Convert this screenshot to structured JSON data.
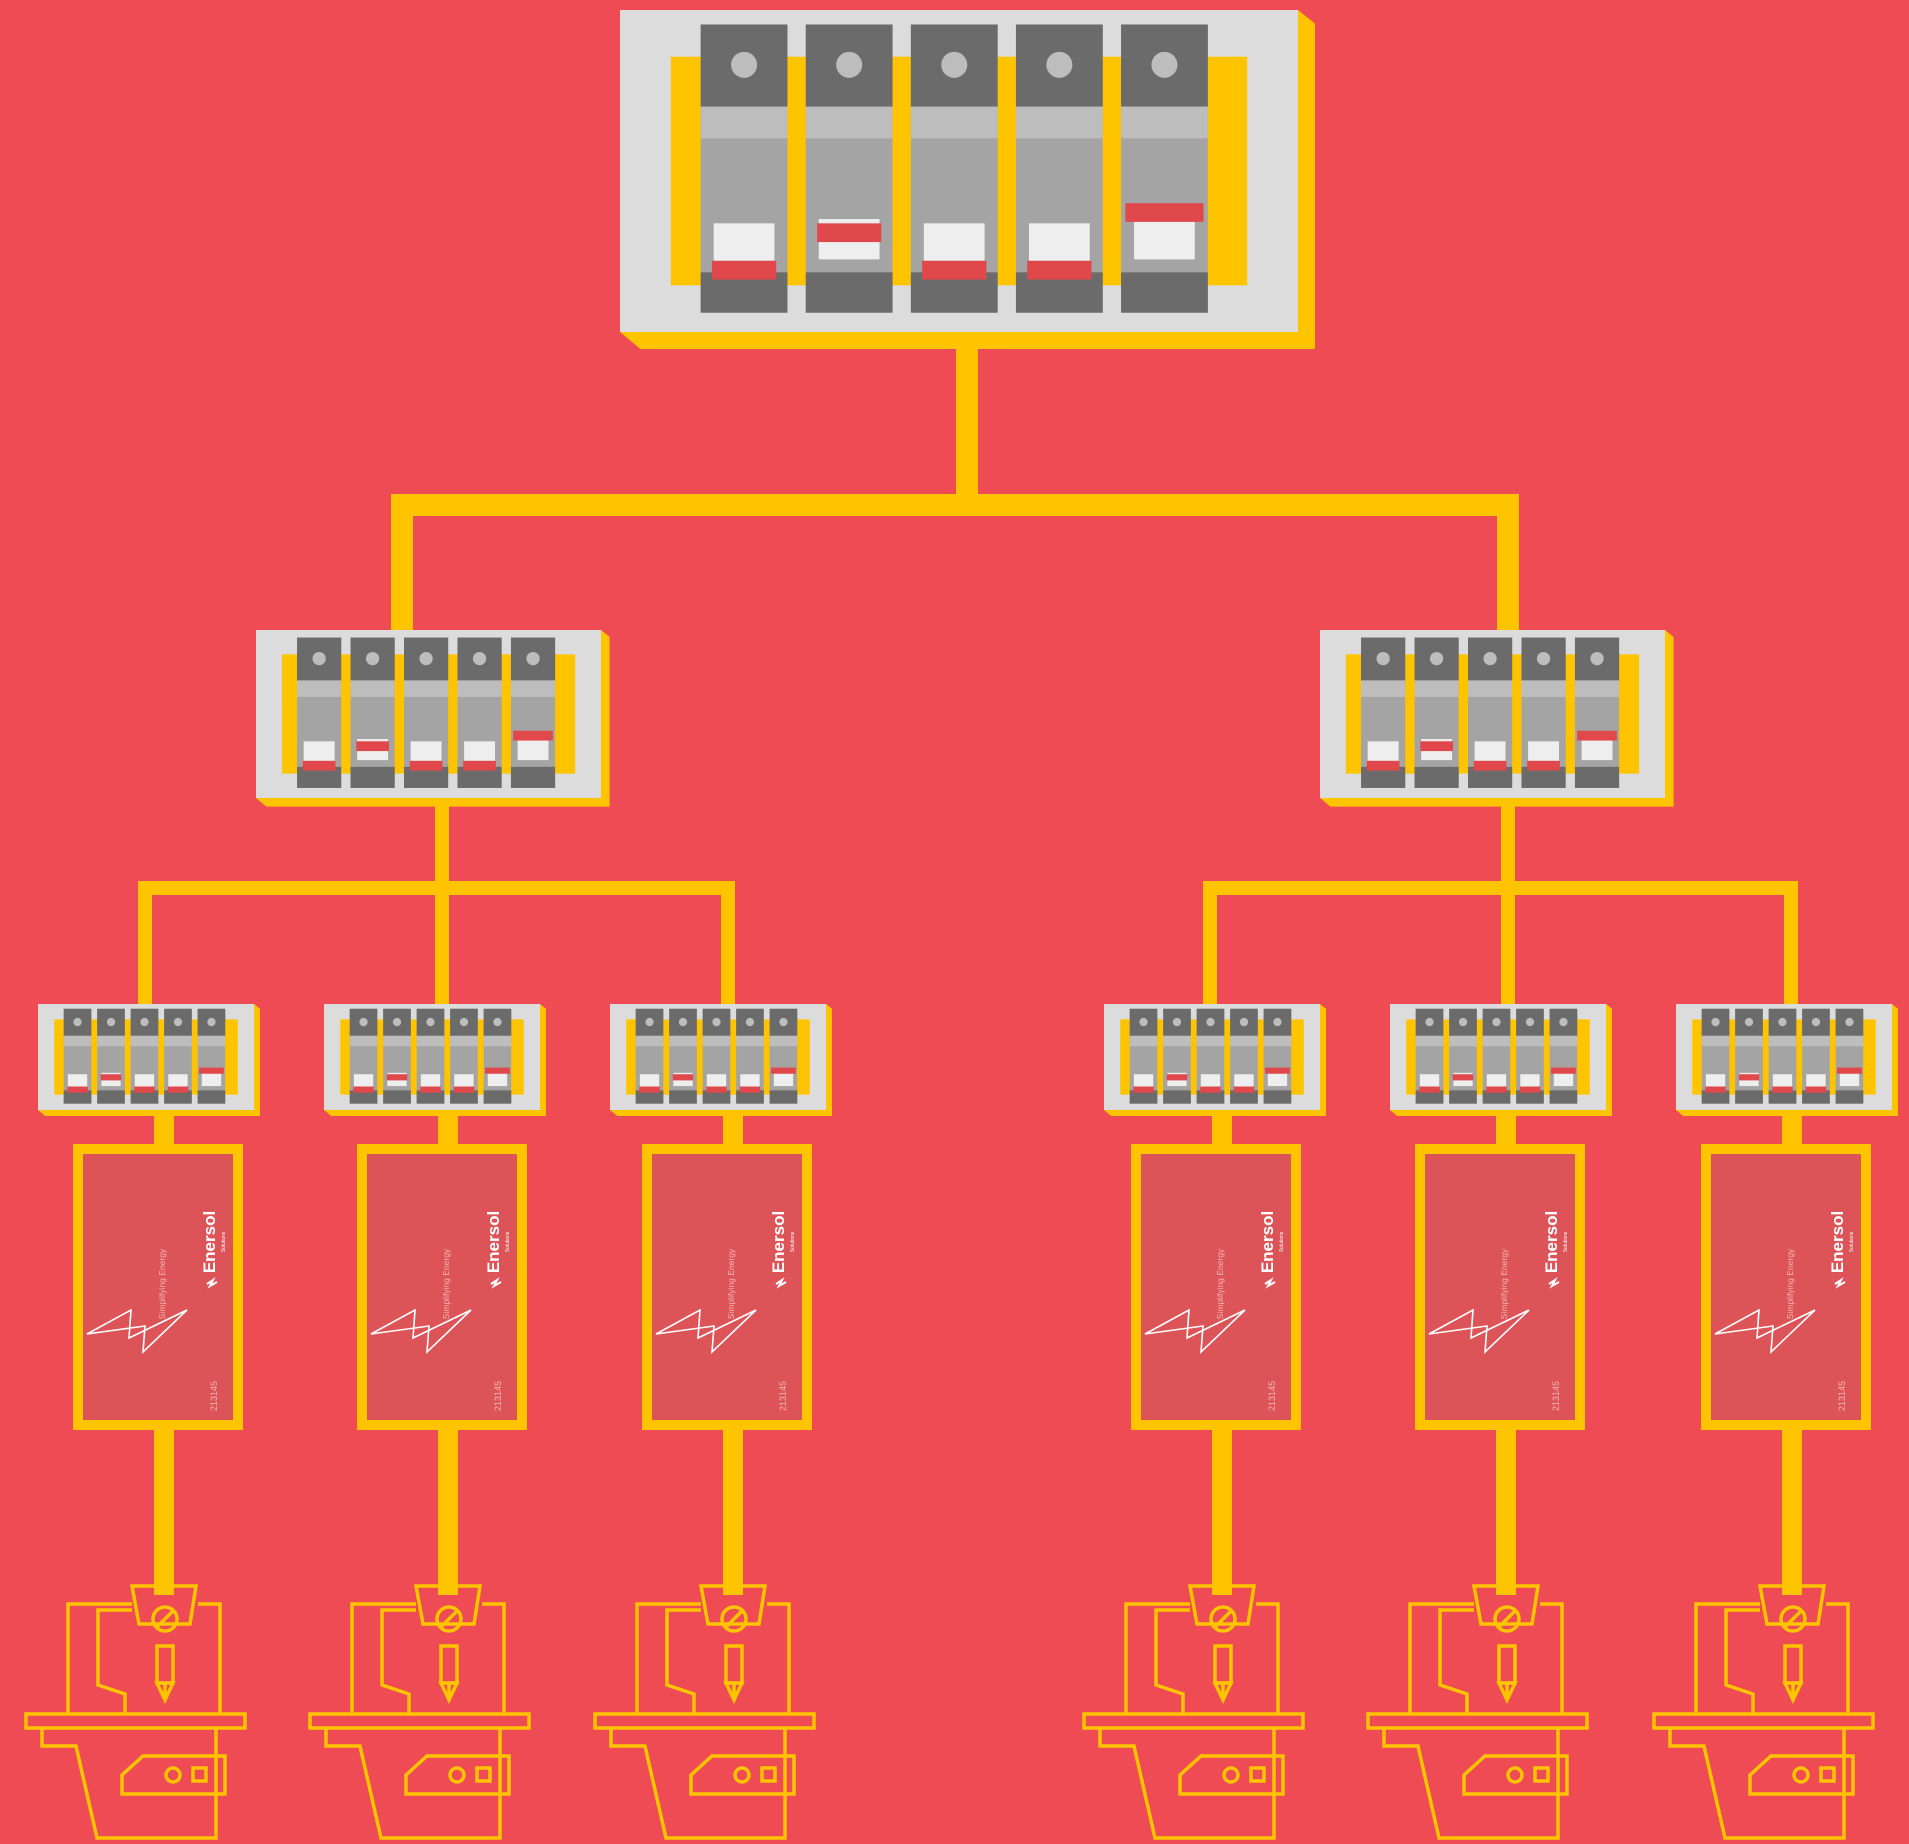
{
  "colors": {
    "background": "#EE4B55",
    "wire": "#FFC400",
    "panel_face": "#DCDCDC",
    "breaker_dark": "#6B6B6B",
    "breaker_mid": "#A4A4A4",
    "breaker_light": "#BDBDBD",
    "indicator_red": "#E0484B",
    "indicator_white": "#EEEEEE",
    "meter_body": "#DD5458",
    "meter_text": "#F3B6B6",
    "machine_line": "#FFC400"
  },
  "main_panel": {
    "breaker_states": [
      "down",
      "up",
      "down",
      "down",
      "up"
    ]
  },
  "sub_panels": [
    {
      "breaker_states": [
        "down",
        "up",
        "down",
        "down",
        "up"
      ]
    },
    {
      "breaker_states": [
        "down",
        "up",
        "down",
        "down",
        "up"
      ]
    }
  ],
  "branch_panels": [
    {
      "breaker_states": [
        "down",
        "up",
        "down",
        "down",
        "up"
      ]
    },
    {
      "breaker_states": [
        "down",
        "up",
        "down",
        "down",
        "up"
      ]
    },
    {
      "breaker_states": [
        "down",
        "up",
        "down",
        "down",
        "up"
      ]
    },
    {
      "breaker_states": [
        "down",
        "up",
        "down",
        "down",
        "up"
      ]
    },
    {
      "breaker_states": [
        "down",
        "up",
        "down",
        "down",
        "up"
      ]
    },
    {
      "breaker_states": [
        "down",
        "up",
        "down",
        "down",
        "up"
      ]
    }
  ],
  "meters": [
    {
      "brand": "Enersol",
      "brand_sub": "Solutions",
      "tagline": "Simplifying Energy",
      "serial": "213145",
      "icon": "lightning-bolt-icon"
    },
    {
      "brand": "Enersol",
      "brand_sub": "Solutions",
      "tagline": "Simplifying Energy",
      "serial": "213145",
      "icon": "lightning-bolt-icon"
    },
    {
      "brand": "Enersol",
      "brand_sub": "Solutions",
      "tagline": "Simplifying Energy",
      "serial": "213145",
      "icon": "lightning-bolt-icon"
    },
    {
      "brand": "Enersol",
      "brand_sub": "Solutions",
      "tagline": "Simplifying Energy",
      "serial": "213145",
      "icon": "lightning-bolt-icon"
    },
    {
      "brand": "Enersol",
      "brand_sub": "Solutions",
      "tagline": "Simplifying Energy",
      "serial": "213145",
      "icon": "lightning-bolt-icon"
    },
    {
      "brand": "Enersol",
      "brand_sub": "Solutions",
      "tagline": "Simplifying Energy",
      "serial": "213145",
      "icon": "lightning-bolt-icon"
    }
  ],
  "machines": [
    {
      "icon": "drill-press-icon"
    },
    {
      "icon": "drill-press-icon"
    },
    {
      "icon": "drill-press-icon"
    },
    {
      "icon": "drill-press-icon"
    },
    {
      "icon": "drill-press-icon"
    },
    {
      "icon": "drill-press-icon"
    }
  ]
}
